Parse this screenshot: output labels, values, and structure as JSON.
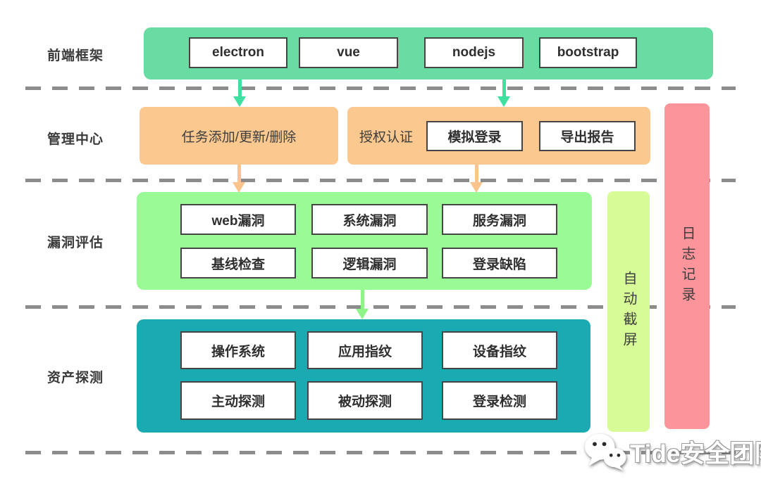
{
  "sections": {
    "frontend": {
      "label": "前端框架",
      "items": [
        "electron",
        "vue",
        "nodejs",
        "bootstrap"
      ]
    },
    "management": {
      "label": "管理中心",
      "task_label": "任务添加/更新/删除",
      "auth_label": "授权认证",
      "buttons": [
        "模拟登录",
        "导出报告"
      ]
    },
    "vuln": {
      "label": "漏洞评估",
      "row1": [
        "web漏洞",
        "系统漏洞",
        "服务漏洞"
      ],
      "row2": [
        "基线检查",
        "逻辑漏洞",
        "登录缺陷"
      ]
    },
    "asset": {
      "label": "资产探测",
      "row1": [
        "操作系统",
        "应用指纹",
        "设备指纹"
      ],
      "row2": [
        "主动探测",
        "被动探测",
        "登录检测"
      ]
    },
    "side": {
      "screenshot_label": "自动截屏",
      "log_label": "日志记录"
    }
  },
  "watermark": {
    "icon": "wechat-icon",
    "text": "Tide安全团队"
  },
  "colors": {
    "frontend_bg": "#68dca2",
    "management_bg": "#fbc88f",
    "vuln_bg": "#9afa96",
    "asset_bg": "#19abb1",
    "screenshot_bg": "#d7fb96",
    "log_bg": "#fc959b",
    "arrow_green": "#3fe0a0",
    "arrow_orange": "#fac48c",
    "arrow_lightgreen": "#8ff589",
    "dash_line": "#8c8c8c"
  }
}
